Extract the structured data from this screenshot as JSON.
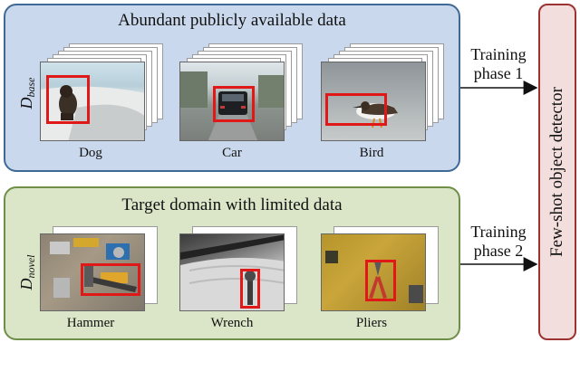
{
  "base_panel": {
    "title": "Abundant publicly available data",
    "domain_symbol": "D",
    "domain_subscript": "base",
    "items": [
      {
        "caption": "Dog"
      },
      {
        "caption": "Car"
      },
      {
        "caption": "Bird"
      }
    ]
  },
  "novel_panel": {
    "title": "Target domain with limited data",
    "domain_symbol": "D",
    "domain_subscript": "novel",
    "items": [
      {
        "caption": "Hammer"
      },
      {
        "caption": "Wrench"
      },
      {
        "caption": "Pliers"
      }
    ]
  },
  "phases": [
    {
      "line1": "Training",
      "line2": "phase 1"
    },
    {
      "line1": "Training",
      "line2": "phase 2"
    }
  ],
  "detector": {
    "label": "Few-shot object detector"
  },
  "colors": {
    "base_fill": "#c9d8ec",
    "base_border": "#3f6996",
    "novel_fill": "#dbe6c8",
    "novel_border": "#6f8f49",
    "detector_fill": "#f3dede",
    "detector_border": "#9c3232",
    "bbox": "#e01818"
  }
}
